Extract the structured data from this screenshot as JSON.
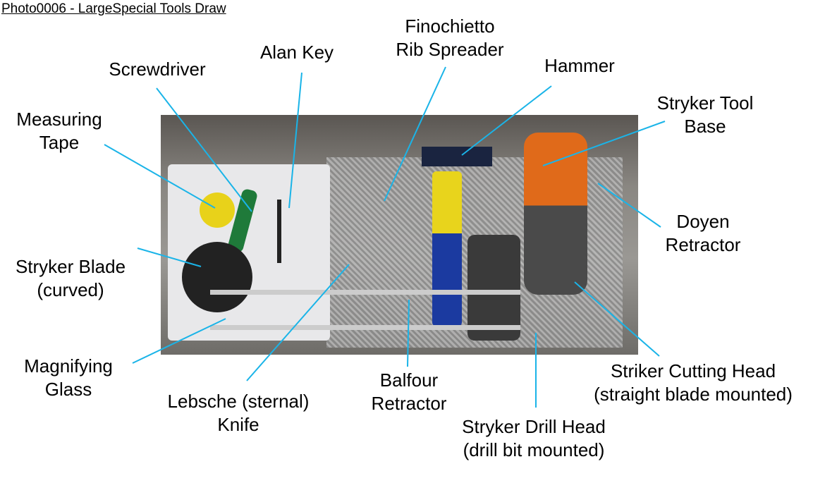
{
  "title": "Photo0006 - LargeSpecial Tools Draw",
  "line_color": "#1ab4e8",
  "labels": {
    "measuring_tape": [
      "Measuring",
      "Tape"
    ],
    "screwdriver": [
      "Screwdriver"
    ],
    "alan_key": [
      "Alan Key"
    ],
    "rib_spreader": [
      "Finochietto",
      "Rib Spreader"
    ],
    "hammer": [
      "Hammer"
    ],
    "stryker_tool_base": [
      "Stryker Tool",
      "Base"
    ],
    "doyen_retractor": [
      "Doyen",
      "Retractor"
    ],
    "stryker_blade": [
      "Stryker Blade",
      "(curved)"
    ],
    "magnifying_glass": [
      "Magnifying",
      "Glass"
    ],
    "lebsche_knife": [
      "Lebsche (sternal)",
      "Knife"
    ],
    "balfour_retractor": [
      "Balfour",
      "Retractor"
    ],
    "cutting_head": [
      "Striker Cutting Head",
      "(straight blade mounted)"
    ],
    "drill_head": [
      "Stryker Drill Head",
      "(drill bit mounted)"
    ]
  }
}
